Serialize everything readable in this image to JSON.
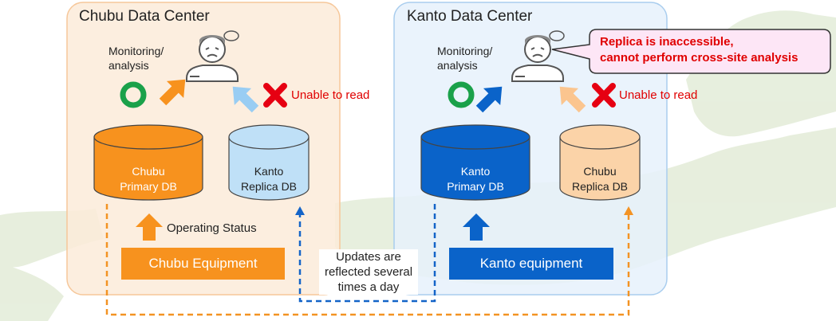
{
  "chubu": {
    "title": "Chubu Data Center",
    "monitoring_label_1": "Monitoring/",
    "monitoring_label_2": "analysis",
    "unable_label": "Unable to read",
    "primary_db_line1": "Chubu",
    "primary_db_line2": "Primary DB",
    "replica_db_line1": "Kanto",
    "replica_db_line2": "Replica DB",
    "operating_status": "Operating Status",
    "equipment": "Chubu Equipment"
  },
  "kanto": {
    "title": "Kanto Data Center",
    "monitoring_label_1": "Monitoring/",
    "monitoring_label_2": "analysis",
    "unable_label": "Unable to read",
    "primary_db_line1": "Kanto",
    "primary_db_line2": "Primary DB",
    "replica_db_line1": "Chubu",
    "replica_db_line2": "Replica DB",
    "equipment": "Kanto equipment",
    "callout_line1": "Replica is inaccessible,",
    "callout_line2": "cannot perform cross-site analysis"
  },
  "replication_note": {
    "line1": "Updates are",
    "line2": "reflected several",
    "line3": "times a day"
  },
  "colors": {
    "chubu_panel_bg": "#fcebd9",
    "chubu_panel_border": "#f6c79a",
    "kanto_panel_bg": "#e6f1fb",
    "kanto_panel_border": "#a9cdee",
    "orange": "#f7921e",
    "light_orange": "#fbd3a8",
    "blue": "#0a63c9",
    "light_blue": "#bfe0f7",
    "ok_green": "#1aa14a",
    "ng_red": "#e60012",
    "callout_bg": "#fde6f6",
    "map_green": "#e3ecd8"
  },
  "icons": {
    "ok": "circle-ok-icon",
    "ng": "cross-ng-icon",
    "person": "worried-operator-icon"
  }
}
